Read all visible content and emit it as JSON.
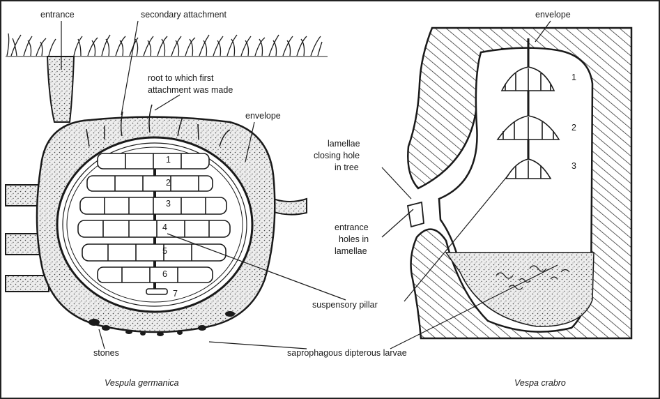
{
  "colors": {
    "ink": "#1a1a1a",
    "paper": "#ffffff",
    "frame": "#222222",
    "soil": "#d9d9d9"
  },
  "left_figure": {
    "caption": "Vespula germanica",
    "labels": {
      "entrance": "entrance",
      "secondary_attachment": "secondary attachment",
      "root_line1": "root to which first",
      "root_line2": "attachment was made",
      "envelope": "envelope",
      "stones": "stones"
    },
    "comb_numbers": [
      "1",
      "2",
      "3",
      "4",
      "5",
      "6",
      "7"
    ]
  },
  "right_figure": {
    "caption": "Vespa crabro",
    "labels": {
      "envelope": "envelope",
      "lamellae_line1": "lamellae",
      "lamellae_line2": "closing hole",
      "lamellae_line3": "in tree",
      "entrance_holes_line1": "entrance",
      "entrance_holes_line2": "holes in",
      "entrance_holes_line3": "lamellae"
    },
    "comb_numbers": [
      "1",
      "2",
      "3"
    ]
  },
  "shared_labels": {
    "suspensory_pillar": "suspensory pillar",
    "saprophagous_larvae": "saprophagous dipterous larvae"
  }
}
